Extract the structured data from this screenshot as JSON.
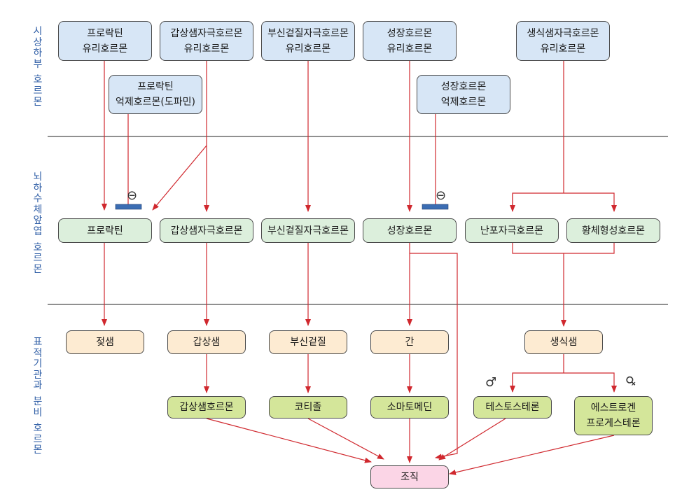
{
  "sections": {
    "hypothalamus": "시상하부 호르몬",
    "pituitary": "뇌하수체앞엽 호르몬",
    "target": "표적기관과 분비 호르몬"
  },
  "hypothalamus": {
    "prolactin_releasing": [
      "프로락틴",
      "유리호르몬"
    ],
    "tsh_releasing": [
      "갑상샘자극호르몬",
      "유리호르몬"
    ],
    "acth_releasing": [
      "부신겉질자극호르몬",
      "유리호르몬"
    ],
    "gh_releasing": [
      "성장호르몬",
      "유리호르몬"
    ],
    "gnrh": [
      "생식샘자극호르몬",
      "유리호르몬"
    ],
    "prolactin_inhibiting": [
      "프로락틴",
      "억제호르몬(도파민)"
    ],
    "gh_inhibiting": [
      "성장호르몬",
      "억제호르몬"
    ]
  },
  "pituitary": {
    "prolactin": "프로락틴",
    "tsh": "갑상샘자극호르몬",
    "acth": "부신겉질자극호르몬",
    "gh": "성장호르몬",
    "fsh": "난포자극호르몬",
    "lh": "황체형성호르몬"
  },
  "targets": {
    "mammary": "젖샘",
    "thyroid": "갑상샘",
    "adrenal": "부신겉질",
    "liver": "간",
    "gonad": "생식샘"
  },
  "secreted": {
    "thyroid_hormone": "갑상샘호르몬",
    "cortisol": "코티졸",
    "somatomedin": "소마토메딘",
    "testosterone": "테스토스테론",
    "estrogen_progesterone": [
      "에스트로겐",
      "프로게스테론"
    ]
  },
  "tissue": "조직",
  "symbols": {
    "inhibit": "⊖",
    "male": "♂",
    "female": "♀"
  },
  "colors": {
    "arrow": "#d0282e",
    "hypothalamus_box": "#d7e6f6",
    "pituitary_box": "#dcefdc",
    "target_box": "#fdebd2",
    "secreted_box": "#d4e69a",
    "tissue_box": "#fbd5e6",
    "section_label": "#2f5ea6",
    "inhibit_bar": "#3b6db3"
  }
}
